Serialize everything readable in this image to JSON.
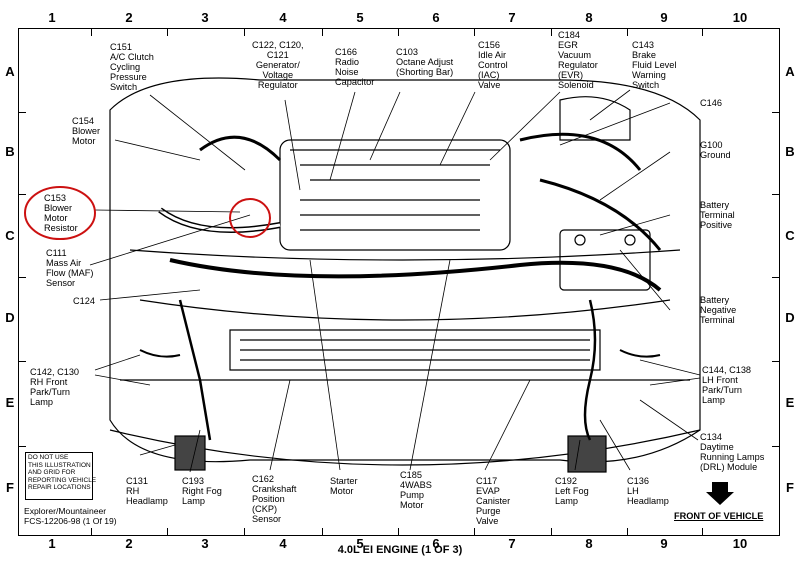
{
  "columns": [
    "1",
    "2",
    "3",
    "4",
    "5",
    "6",
    "7",
    "8",
    "9",
    "10"
  ],
  "rows": [
    "A",
    "B",
    "C",
    "D",
    "E",
    "F"
  ],
  "labels": {
    "c151": "C151\nA/C Clutch\nCycling\nPressure\nSwitch",
    "c122": "C122, C120,\nC121\nGenerator/\nVoltage\nRegulator",
    "c166": "C166\nRadio\nNoise\nCapacitor",
    "c103": "C103\nOctane Adjust\n(Shorting Bar)",
    "c156": "C156\nIdle Air\nControl\n(IAC)\nValve",
    "c184": "C184\nEGR\nVacuum\nRegulator\n(EVR)\nSolenoid",
    "c143": "C143\nBrake\nFluid Level\nWarning\nSwitch",
    "c146": "C146",
    "g100": "G100\nGround",
    "c154": "C154\nBlower\nMotor",
    "c153": "C153\nBlower\nMotor\nResistor",
    "c111": "C111\nMass Air\nFlow (MAF)\nSensor",
    "c124": "C124",
    "bat_pos": "Battery\nTerminal\nPositive",
    "bat_neg": "Battery\nNegative\nTerminal",
    "c142": "C142, C130\nRH Front\nPark/Turn\nLamp",
    "c144": "C144, C138\nLH Front\nPark/Turn\nLamp",
    "c134": "C134\nDaytime\nRunning Lamps\n(DRL) Module",
    "c131": "C131\nRH\nHeadlamp",
    "c193": "C193\nRight Fog\nLamp",
    "c162": "C162\nCrankshaft\nPosition\n(CKP)\nSensor",
    "starter": "Starter\nMotor",
    "c185": "C185\n4WABS\nPump\nMotor",
    "c117": "C117\nEVAP\nCanister\nPurge\nValve",
    "c192": "C192\nLeft Fog\nLamp",
    "c136": "C136\nLH\nHeadlamp"
  },
  "note_box": "DO NOT USE\nTHIS ILLUSTRATION\nAND GRID FOR\nREPORTING VEHICLE\nREPAIR LOCATIONS",
  "reference": "Explorer/Mountaineer\nFCS-12206-98 (1 Of 19)",
  "front_label": "FRONT OF VEHICLE",
  "footer_title": "4.0L EI ENGINE (1 OF 3)",
  "colors": {
    "highlight": "#cc1111",
    "ink": "#000000"
  }
}
